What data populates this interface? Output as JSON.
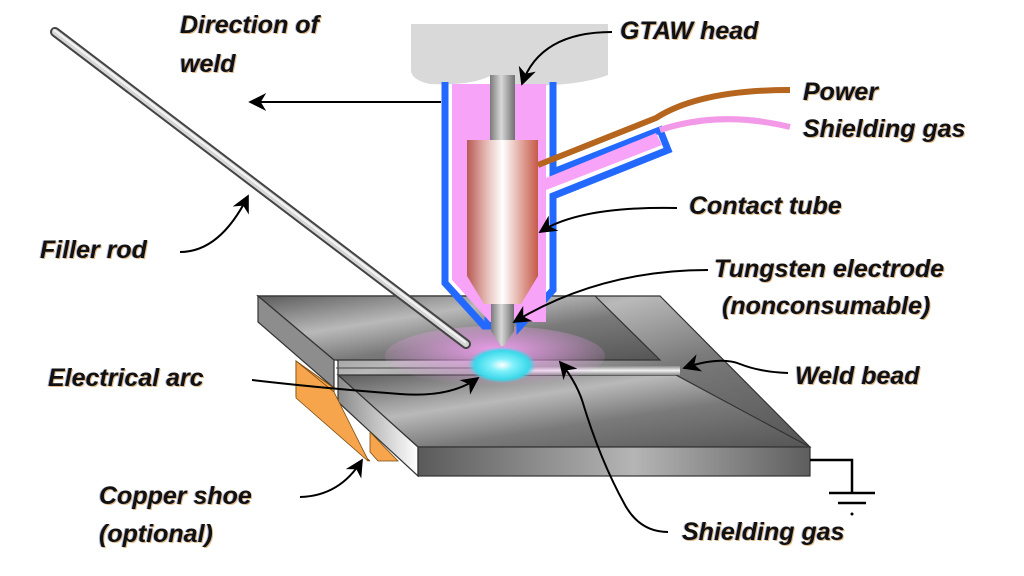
{
  "diagram": {
    "title": "Gas tungsten arc welding (GTAW) schematic",
    "labels": {
      "direction_of_weld_line1": "Direction of",
      "direction_of_weld_line2": "weld",
      "gtaw_head": "GTAW head",
      "power": "Power",
      "shielding_gas_supply": "Shielding gas",
      "contact_tube": "Contact tube",
      "filler_rod": "Filler rod",
      "tungsten_electrode_line1": "Tungsten electrode",
      "tungsten_electrode_line2": "(nonconsumable)",
      "electrical_arc": "Electrical arc",
      "weld_bead": "Weld bead",
      "copper_shoe_line1": "Copper shoe",
      "copper_shoe_line2": "(optional)",
      "shielding_gas_region": "Shielding gas"
    },
    "components": [
      {
        "name": "GTAW head",
        "color": "#d9d9d9"
      },
      {
        "name": "Torch nozzle outline",
        "color": "#2469ff"
      },
      {
        "name": "Shielding gas",
        "color": "#f7a3f7"
      },
      {
        "name": "Power cable",
        "color": "#b5651d"
      },
      {
        "name": "Contact tube",
        "color": "#c96a5e"
      },
      {
        "name": "Tungsten electrode",
        "color": "#8c8c8c"
      },
      {
        "name": "Filler rod",
        "color": "#9a9a9a"
      },
      {
        "name": "Workpiece",
        "color": "#6e6e6e"
      },
      {
        "name": "Copper shoe",
        "color": "#f6a54c"
      },
      {
        "name": "Electrical arc",
        "color": "#4fe3f0"
      },
      {
        "name": "Ground",
        "color": "#000000"
      }
    ]
  }
}
